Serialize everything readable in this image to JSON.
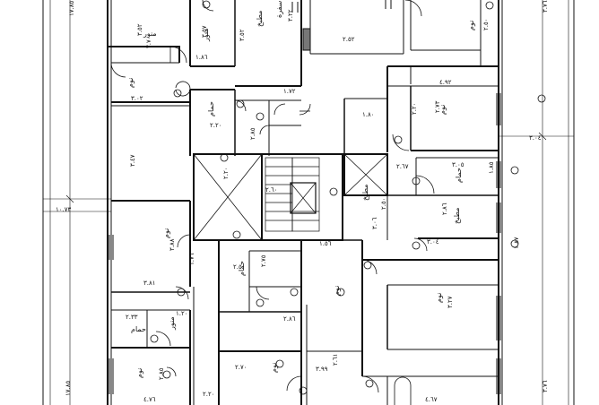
{
  "dims": {
    "d1": "٢.٥٢",
    "d2": "٣.٧٠",
    "d3": "٣.٠٢",
    "d4": "٣.٤٧",
    "d5": "٣.٨٨",
    "d6": "٣.٨١",
    "d7": "٢.٢٠",
    "d8": "٢.٨٥",
    "d9": "٣.٥٧",
    "d10": "١.٨٠",
    "d11": "٤.٩٢",
    "d12": "٢.٥٠",
    "d13": "٢.٧٣",
    "d14": "٢.٢٠",
    "d15": "٣.٢٧",
    "d16": "٣.٢٢",
    "d17": "١.٧٢",
    "d18": "٣.٥٢",
    "d19": "٣.٥٢",
    "d20": "١.٨٦",
    "d21": "٢.٥٠",
    "d22": "٢.٦٠",
    "d23": "٢.٢٠",
    "d24": "٢.٨٦",
    "d25": "٣.٠٤",
    "d26": "٤.٦٧",
    "d27": "٣.٩٩",
    "d28": "٢.٧٠",
    "d29": "٢.٢٠",
    "d30": "١.٧٦",
    "d31": "١.٢٠",
    "d32": "٢.٣٣",
    "d33": "٢.٥٠",
    "d34": "٢.٨٦",
    "d35": "٤.٧٦",
    "d36": "٣.٠٦",
    "d37": "١.٨٥",
    "d38": "٣.٠٥",
    "d39": "٣.٠٤",
    "d40": "١٠.٧٣",
    "d41": "١٧.٨٥",
    "d42": "١٧.٨٥",
    "d43": "١.٥٦",
    "d44": "٣.٧٦",
    "d45": "٣.٧٦",
    "d46": "٢.٧٥",
    "d47": "٢.٦٧",
    "d48": "٢.٦١",
    "d49": "١.٨٧",
    "d50": "٢.٨٥"
  },
  "rooms": {
    "r1": "نوم",
    "r2": "نوم",
    "r3": "نوم",
    "r4": "نوم",
    "r5": "نوم",
    "r6": "نوم",
    "r7": "نوم",
    "r8": "حمام",
    "r9": "حمام",
    "r10": "حمام",
    "r11": "مطبخ",
    "r12": "مطبخ",
    "r13": "سفرة",
    "r14": "منور",
    "r15": "مطبخ",
    "r16": "حمام",
    "r17": "منور",
    "r18": "منور",
    "r19": "نوم"
  },
  "colors": {
    "line": "#111111",
    "paper": "#ffffff",
    "hatch": "#777777"
  }
}
